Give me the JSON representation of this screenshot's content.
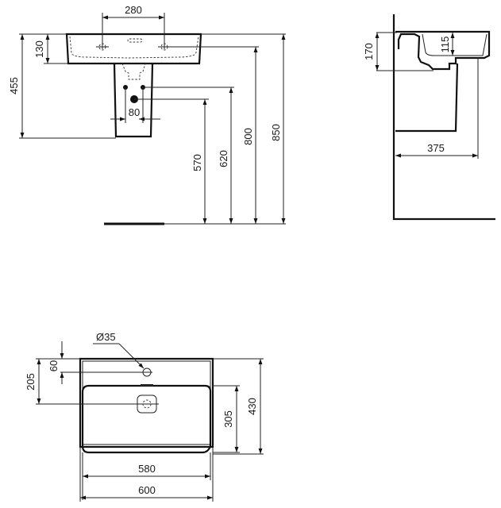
{
  "drawing": {
    "front_view": {
      "dims": {
        "tap_hole_spacing": "280",
        "rim_depth": "130",
        "overall_basin_pedestal_height": "455",
        "waste_spacing": "80",
        "waste_height": "570",
        "supply_height": "620",
        "rim_height": "800",
        "overall_height": "850"
      }
    },
    "side_view": {
      "dims": {
        "basin_depth": "170",
        "bowl_depth": "115",
        "projection": "375"
      }
    },
    "plan_view": {
      "dims": {
        "tap_hole_diameter": "Ø35",
        "tap_hole_offset": "60",
        "waste_offset": "205",
        "bowl_length": "305",
        "overall_depth": "430",
        "bowl_width": "580",
        "overall_width": "600"
      }
    }
  }
}
